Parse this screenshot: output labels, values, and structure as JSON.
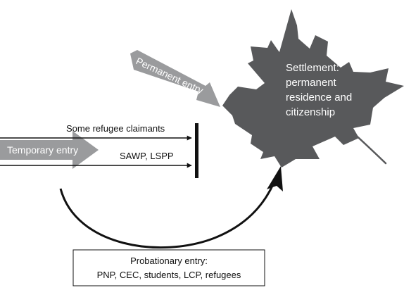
{
  "settlement": {
    "lines": [
      "Settlement:",
      "permanent",
      "residence and",
      "citizenship"
    ]
  },
  "permanent_entry": {
    "label": "Permanent entry"
  },
  "temporary_entry": {
    "label": "Temporary entry"
  },
  "paths": {
    "refugee_claimants": "Some refugee claimants",
    "sawp_lspp": "SAWP, LSPP"
  },
  "probationary": {
    "line1": "Probationary entry:",
    "line2": "PNP, CEC, students, LCP, refugees"
  },
  "colors": {
    "leaf": "#58595b",
    "grey_arrow": "#9a9b9d",
    "line": "#111111"
  }
}
